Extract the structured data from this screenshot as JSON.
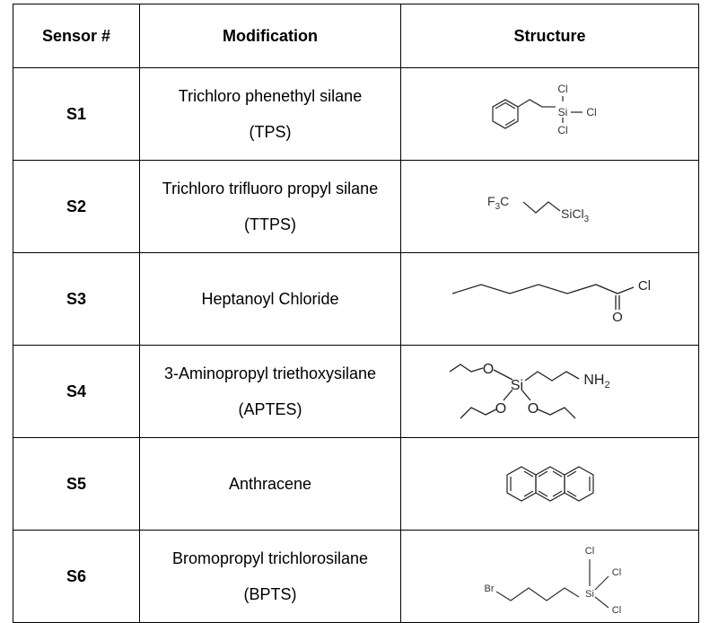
{
  "headers": {
    "sensor": "Sensor #",
    "modification": "Modification",
    "structure": "Structure"
  },
  "rows": [
    {
      "sensor": "S1",
      "name": "Trichloro phenethyl silane",
      "abbr": "(TPS)",
      "structure_labels": {
        "si": "Si",
        "cl_top": "Cl",
        "cl_right": "Cl",
        "cl_bottom": "Cl"
      }
    },
    {
      "sensor": "S2",
      "name": "Trichloro trifluoro propyl silane",
      "abbr": "(TTPS)",
      "structure_labels": {
        "f": "F",
        "f_sub": "3",
        "c": "C",
        "sicl": "SiCl",
        "sicl_sub": "3"
      }
    },
    {
      "sensor": "S3",
      "name": "Heptanoyl Chloride",
      "abbr": "",
      "structure_labels": {
        "cl": "Cl",
        "o": "O"
      }
    },
    {
      "sensor": "S4",
      "name": "3-Aminopropyl triethoxysilane",
      "abbr": "(APTES)",
      "structure_labels": {
        "o1": "O",
        "si": "Si",
        "nh": "NH",
        "nh_sub": "2",
        "o2": "O",
        "o3": "O"
      }
    },
    {
      "sensor": "S5",
      "name": "Anthracene",
      "abbr": "",
      "structure_labels": {}
    },
    {
      "sensor": "S6",
      "name": "Bromopropyl trichlorosilane",
      "abbr": "(BPTS)",
      "structure_labels": {
        "br": "Br",
        "si": "Si",
        "cl_top": "Cl",
        "cl_right1": "Cl",
        "cl_right2": "Cl"
      }
    }
  ]
}
